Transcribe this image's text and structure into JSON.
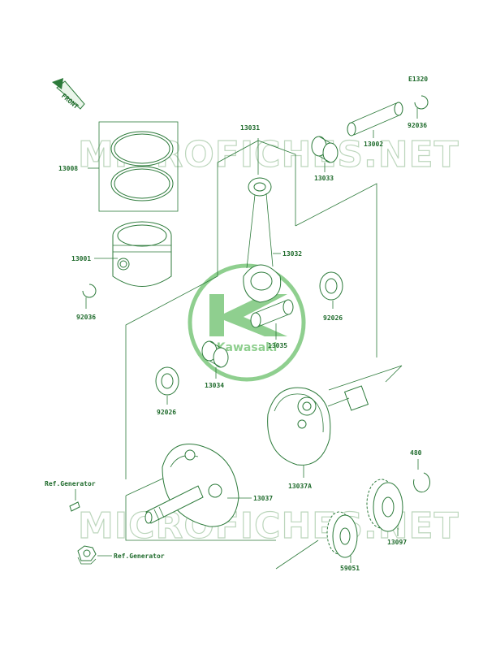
{
  "page": {
    "diagram_code": "E1320",
    "front_label": "FRONT",
    "watermark_text": "MICROFICHES.NET",
    "brand_text": "Kawasaki"
  },
  "parts": [
    {
      "id": "13008",
      "label": "13008"
    },
    {
      "id": "13001",
      "label": "13001"
    },
    {
      "id": "92036_left",
      "label": "92036"
    },
    {
      "id": "13031",
      "label": "13031"
    },
    {
      "id": "13032",
      "label": "13032"
    },
    {
      "id": "13033",
      "label": "13033"
    },
    {
      "id": "13002",
      "label": "13002"
    },
    {
      "id": "92036_right",
      "label": "92036"
    },
    {
      "id": "92026_right",
      "label": "92026"
    },
    {
      "id": "13035",
      "label": "13035"
    },
    {
      "id": "13034",
      "label": "13034"
    },
    {
      "id": "92026_left",
      "label": "92026"
    },
    {
      "id": "13037A",
      "label": "13037A"
    },
    {
      "id": "13037",
      "label": "13037"
    },
    {
      "id": "480",
      "label": "480"
    },
    {
      "id": "13097",
      "label": "13097"
    },
    {
      "id": "59051",
      "label": "59051"
    },
    {
      "id": "ref_gen_1",
      "label": "Ref.Generator"
    },
    {
      "id": "ref_gen_2",
      "label": "Ref.Generator"
    }
  ],
  "colors": {
    "line": "#2c7a3a",
    "text": "#1f6b2c",
    "watermark": "#bcd6bc",
    "logo": "#8fcf8f"
  }
}
